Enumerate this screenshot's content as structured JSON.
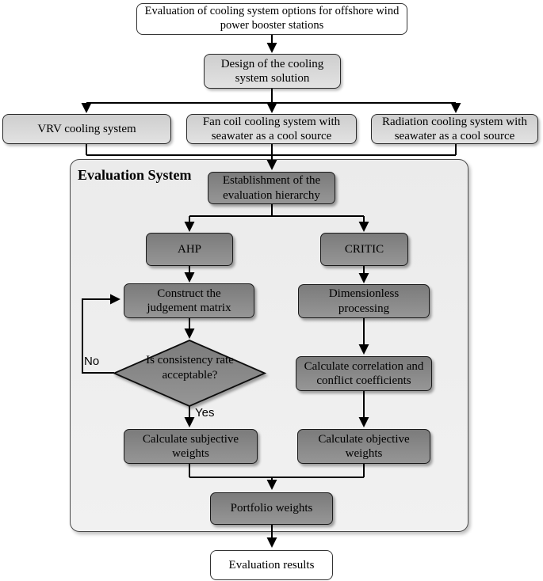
{
  "figure": {
    "nodes": {
      "title": "Evaluation of cooling system options for offshore wind power booster stations",
      "design": "Design of the cooling system solution",
      "option_vrv": "VRV cooling system",
      "option_fan_coil": "Fan coil cooling system with seawater as a cool source",
      "option_radiation": "Radiation cooling system with seawater as a cool source",
      "system_label": "Evaluation System",
      "establishment": "Establishment of the evaluation hierarchy",
      "ahp": "AHP",
      "critic": "CRITIC",
      "construct_matrix": "Construct the judgement matrix",
      "dimensionless": "Dimensionless processing",
      "consistency_decision": "Is consistency rate acceptable?",
      "label_no": "No",
      "label_yes": "Yes",
      "correlation": "Calculate correlation and conflict coefficients",
      "subjective_weights": "Calculate subjective weights",
      "objective_weights": "Calculate objective weights",
      "portfolio_weights": "Portfolio weights",
      "results": "Evaluation results"
    },
    "colors": {
      "background": "#ffffff",
      "panel_fill": "#ededed",
      "light_box_fill": "#d9d9d9",
      "dark_box_fill": "#8a8a8a",
      "white_box_fill": "#ffffff",
      "line": "#000000"
    }
  }
}
